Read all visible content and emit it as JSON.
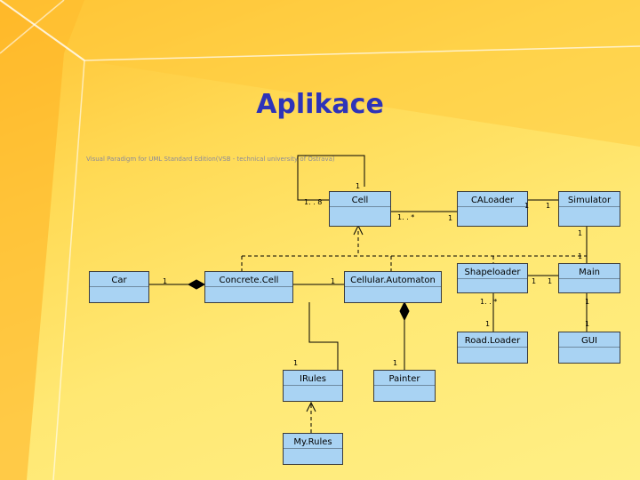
{
  "slide": {
    "title": "Aplikace",
    "watermark": "Visual Paradigm for UML Standard Edition(VSB - technical university of Ostrava)"
  },
  "colors": {
    "background": "#ffe26a",
    "title": "#2e33b8",
    "class_fill": "#a9d3f3",
    "class_border": "#3b3b3b"
  },
  "classes": {
    "cell": "Cell",
    "caloader": "CALoader",
    "simulator": "Simulator",
    "car": "Car",
    "concrete_cell": "Concrete.Cell",
    "cellular_automaton": "Cellular.Automaton",
    "shapeloader": "Shapeloader",
    "main": "Main",
    "roadloader": "Road.Loader",
    "gui": "GUI",
    "irules": "IRules",
    "painter": "Painter",
    "myrules": "My.Rules"
  },
  "multiplicities": {
    "cell_self_top": "1",
    "cell_self_left": "1. . 8",
    "cell_caloader_a": "1. . *",
    "cell_caloader_b": "1",
    "caloader_simulator_a": "1",
    "caloader_simulator_b": "1",
    "simulator_main_a": "1",
    "simulator_main_b": "1",
    "car_concrete": "1",
    "concrete_automaton": "1",
    "shapeloader_main_a": "1",
    "shapeloader_main_b": "1",
    "shapeloader_roadloader_a": "1. . *",
    "shapeloader_roadloader_b": "1",
    "main_gui_a": "1",
    "main_gui_b": "1",
    "irules": "1",
    "painter": "1"
  }
}
